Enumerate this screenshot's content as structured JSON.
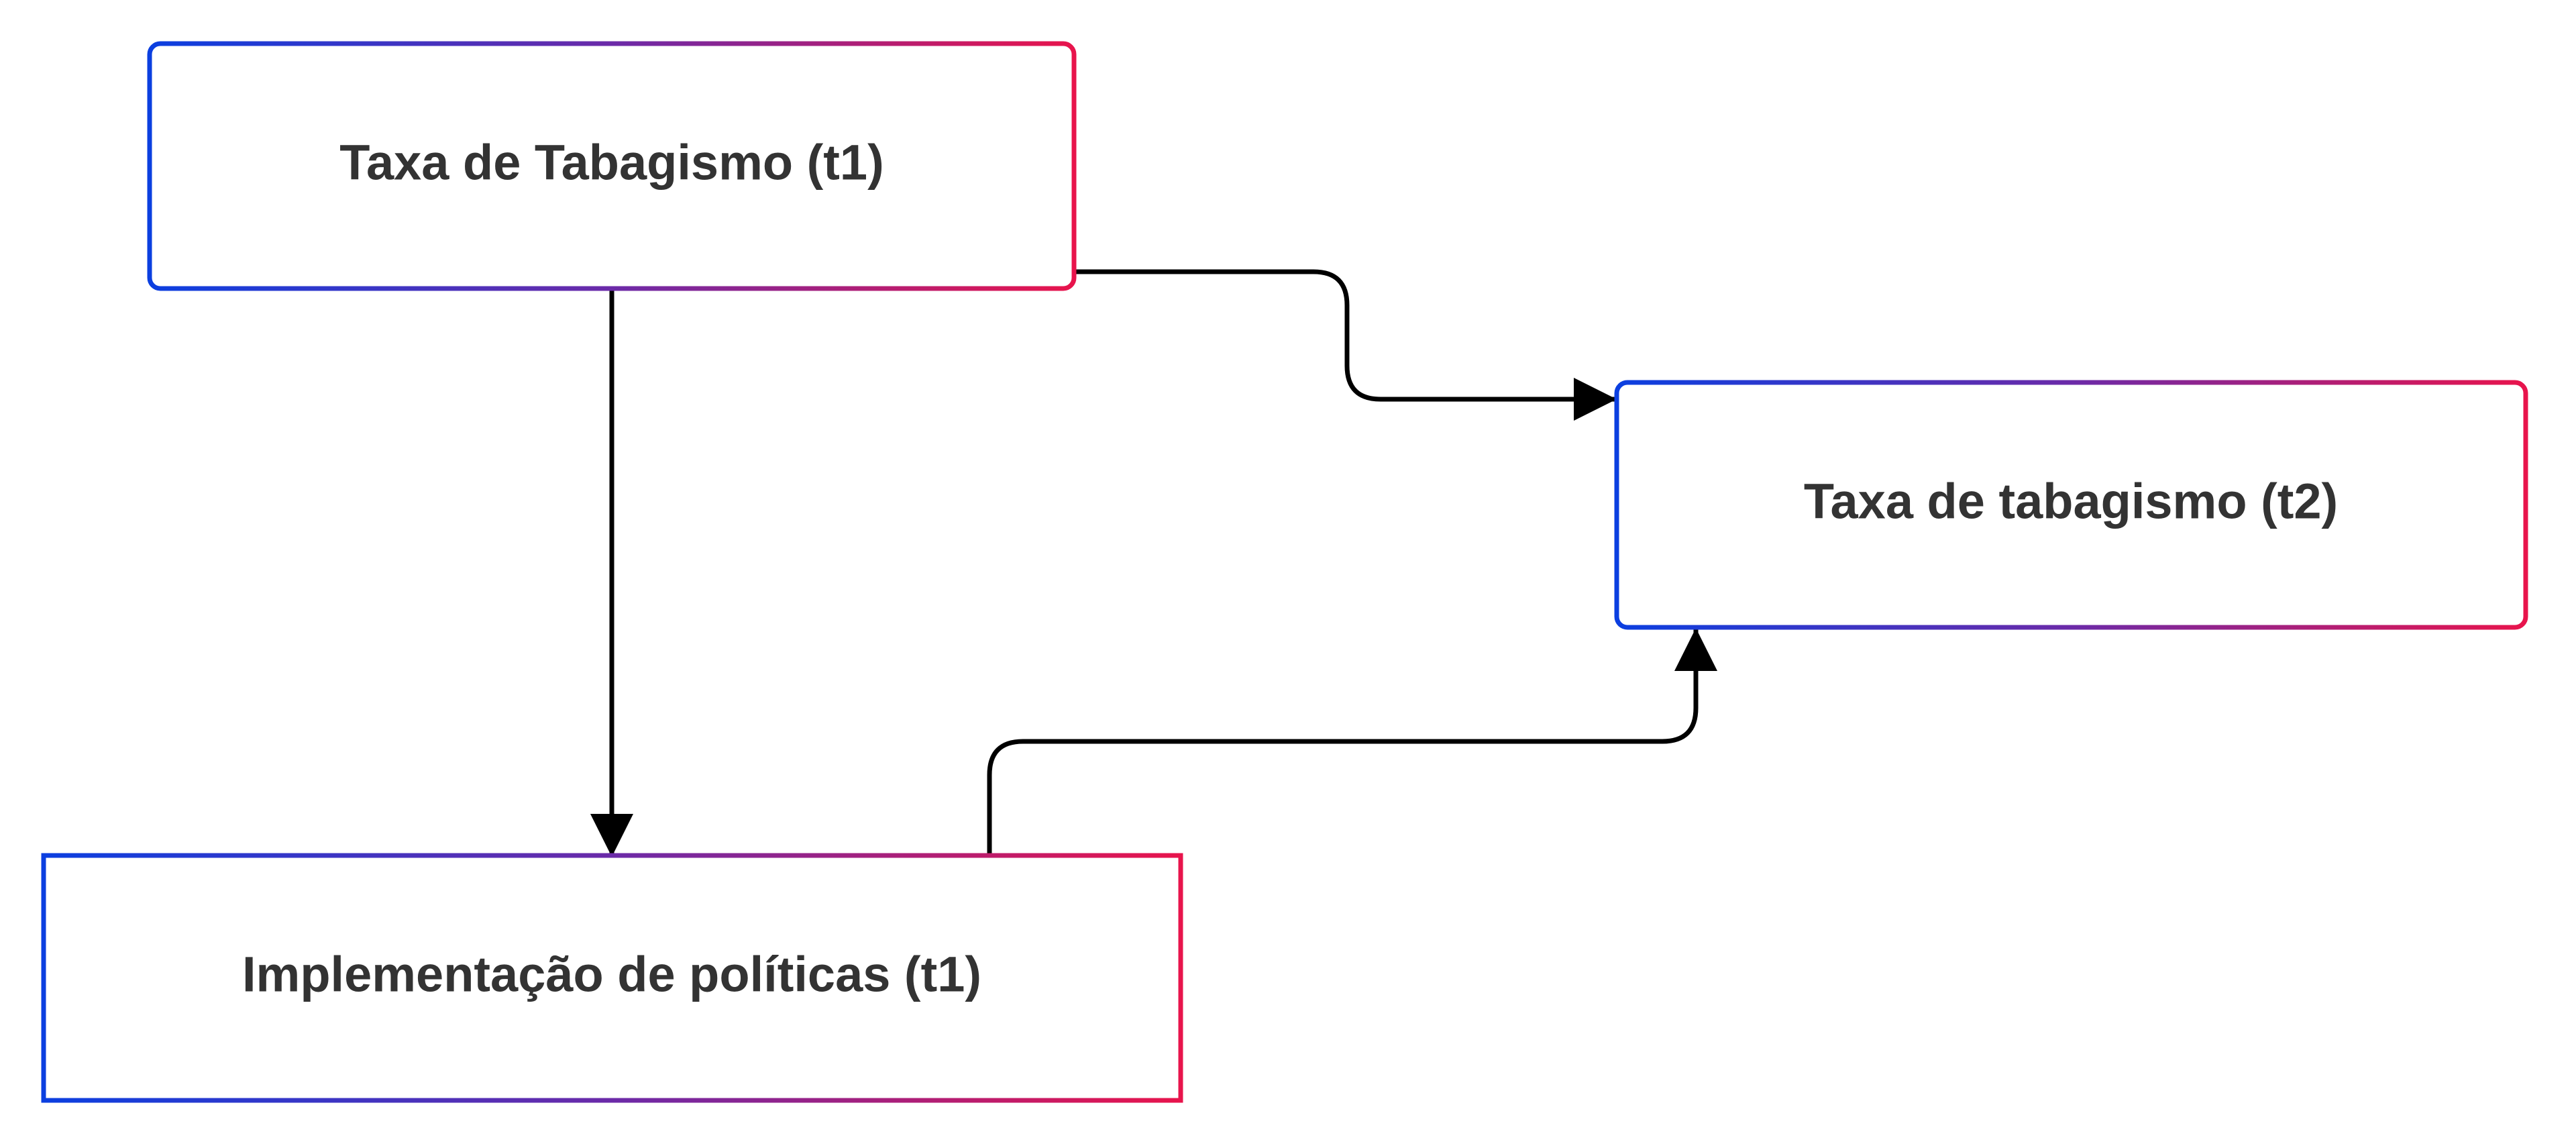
{
  "nodes": {
    "smoking_t1": {
      "label": "Taxa de Tabagismo (t1)"
    },
    "smoking_t2": {
      "label": "Taxa de tabagismo (t2)"
    },
    "policy_t1": {
      "label": "Implementação de políticas (t1)"
    }
  },
  "edges": [
    {
      "from": "Taxa de Tabagismo (t1)",
      "to": "Implementação de políticas (t1)"
    },
    {
      "from": "Taxa de Tabagismo (t1)",
      "to": "Taxa de tabagismo (t2)"
    },
    {
      "from": "Implementação de políticas (t1)",
      "to": "Taxa de tabagismo (t2)"
    }
  ],
  "colors": {
    "gradient_start": "#0b3fe0",
    "gradient_mid": "#6b2aa8",
    "gradient_end": "#e8144c",
    "edge": "#000000",
    "text": "#333333",
    "background": "#ffffff"
  }
}
